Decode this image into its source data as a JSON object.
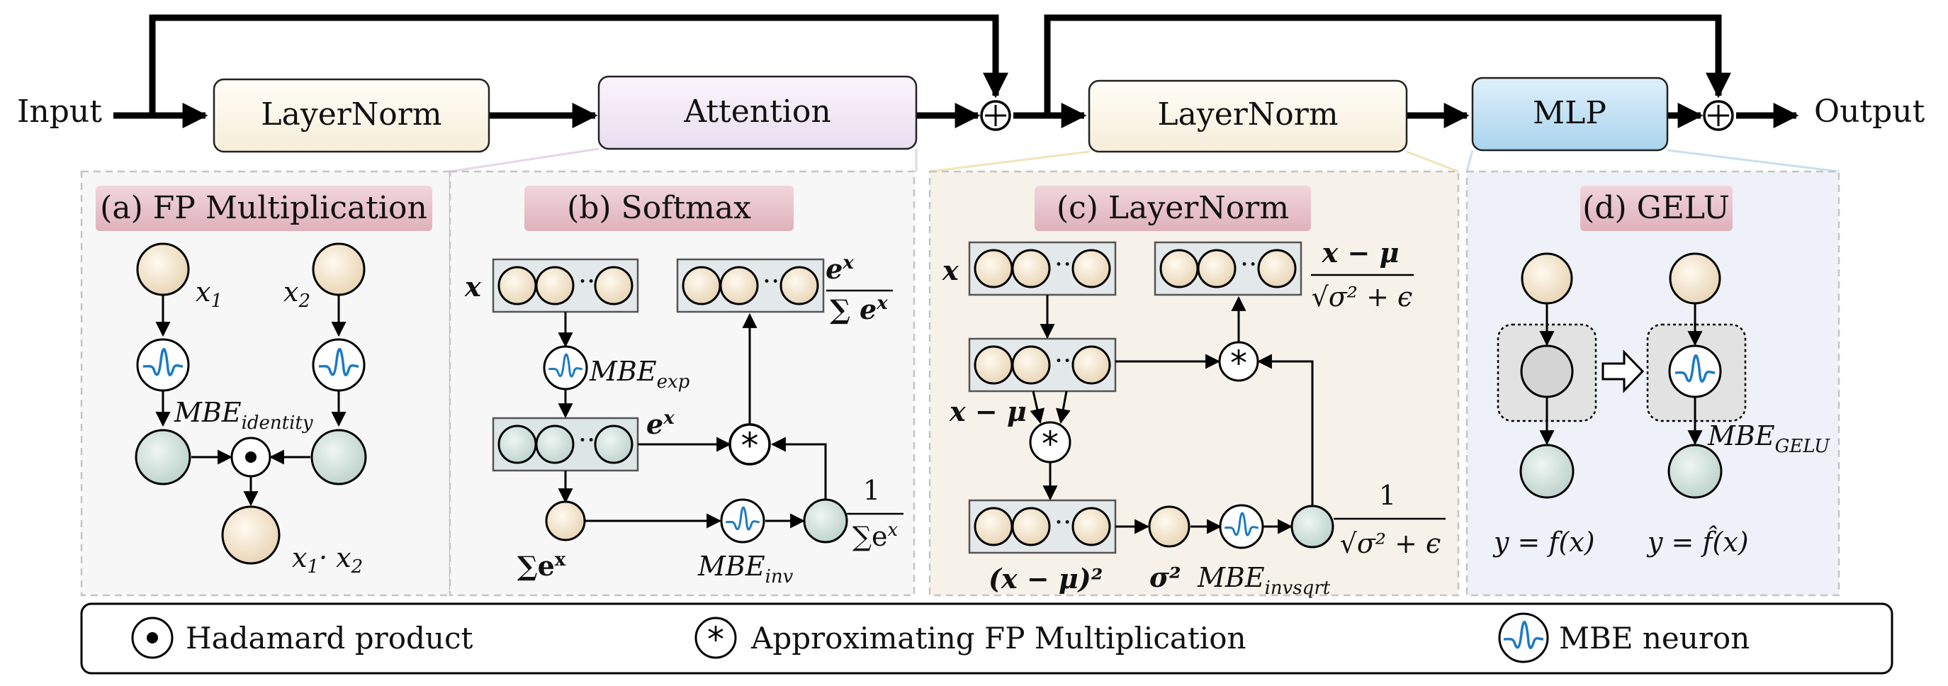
{
  "flow": {
    "input_label": "Input",
    "output_label": "Output",
    "blocks": {
      "layernorm1": "LayerNorm",
      "attention": "Attention",
      "layernorm2": "LayerNorm",
      "mlp": "MLP"
    }
  },
  "panels": {
    "a": {
      "title": "(a) FP Multiplication",
      "x1": "x",
      "x1_sub": "1",
      "x2": "x",
      "x2_sub": "2",
      "mbe": "MBE",
      "mbe_sub": "identity",
      "product": "x",
      "product_sub1": "1",
      "product_dot": "· x",
      "product_sub2": "2"
    },
    "b": {
      "title": "(b) Softmax",
      "x": "x",
      "mbe_exp": "MBE",
      "mbe_exp_sub": "exp",
      "ex": "e",
      "ex_sup": "x",
      "frac_num": "e",
      "frac_num_sup": "x",
      "frac_den": "∑ e",
      "frac_den_sup": "x",
      "sum_ex": "∑e",
      "sum_ex_sup": "x",
      "mbe_inv": "MBE",
      "mbe_inv_sub": "inv",
      "inv_num": "1",
      "inv_den": "∑e",
      "inv_den_sup": "x"
    },
    "c": {
      "title": "(c) LayerNorm",
      "x": "x",
      "frac_num": "x − μ",
      "frac_den": "√σ² + ϵ",
      "x_minus_mu": "x − μ",
      "sq": "(x − μ)²",
      "sigma2": "σ²",
      "mbe": "MBE",
      "mbe_sub": "invsqrt",
      "inv_num": "1",
      "inv_den": "√σ² + ϵ"
    },
    "d": {
      "title": "(d) GELU",
      "mbe": "MBE",
      "mbe_sub": "GELU",
      "y_left": "y = f(x)",
      "y_right": "y = f̂(x)"
    }
  },
  "legend": {
    "hadamard": "Hadamard product",
    "approx": "Approximating FP Multiplication",
    "mbe_neuron": "MBE neuron"
  },
  "colors": {
    "wave": "#1b7ac4",
    "tag": "#e9c4cc",
    "mlp_fill": "#bfe0f3"
  }
}
